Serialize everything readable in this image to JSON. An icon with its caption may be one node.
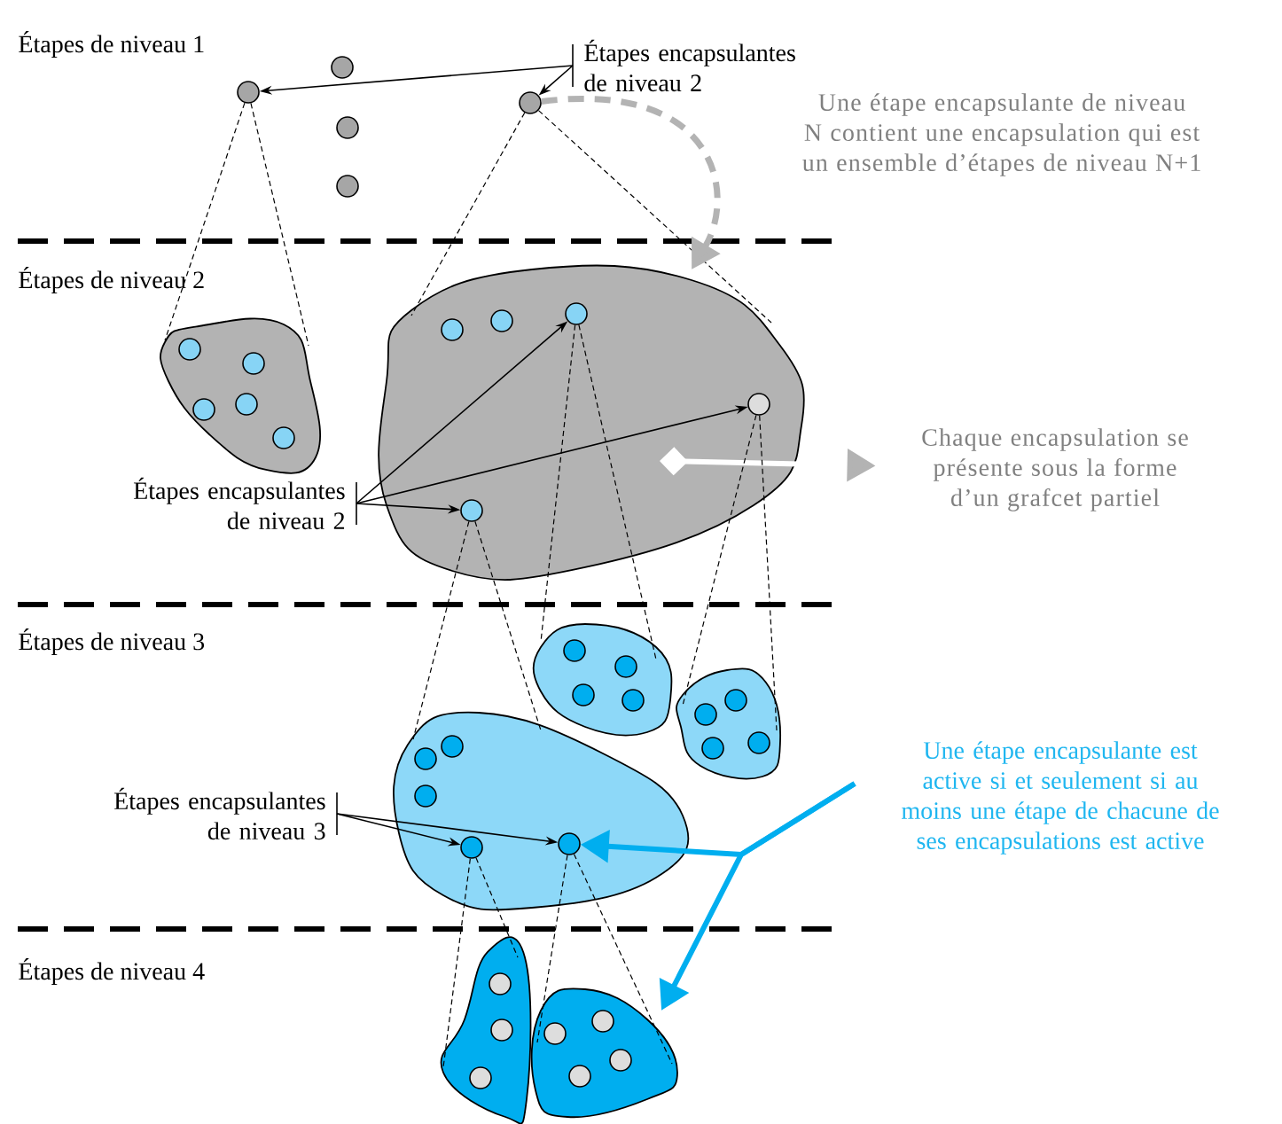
{
  "diagram": {
    "nodes": [
      {
        "text": [
          "Étapes encapsulantes de niveau 2"
        ]
      },
      {
        "text": [],
        "shape": "circle"
      },
      {
        "text": [],
        "shape": "circle"
      },
      {
        "text": [],
        "shape": "circle"
      },
      {
        "text": [],
        "shape": "circle"
      },
      {
        "text": [],
        "shape": "circle"
      },
      {
        "text": [
          "Une étape encapsulante de niveau N contient une encapsulation qui est un ensemble d’étapes de niveau N+1"
        ]
      },
      {
        "text": [],
        "shape": "blob"
      },
      {
        "text": [],
        "shape": "circle",
        "in": 7
      },
      {
        "text": [],
        "shape": "circle",
        "in": 7
      },
      {
        "text": [],
        "shape": "circle",
        "in": 7
      },
      {
        "text": [],
        "shape": "circle",
        "in": 7
      },
      {
        "text": [],
        "shape": "circle",
        "in": 7
      },
      {
        "text": [],
        "shape": "blob"
      },
      {
        "text": [],
        "shape": "circle",
        "in": 13
      },
      {
        "text": [],
        "shape": "circle",
        "in": 13
      },
      {
        "text": [],
        "shape": "circle",
        "in": 13
      },
      {
        "text": [],
        "shape": "circle",
        "in": 13
      },
      {
        "text": [],
        "shape": "circle",
        "in": 13
      },
      {
        "text": [
          "Étapes encapsulantes de niveau 2"
        ]
      },
      {
        "text": [
          "Chaque encapsulation se présente sous la forme d’un grafcet partiel"
        ]
      },
      {
        "text": [],
        "shape": "blob"
      },
      {
        "text": [],
        "shape": "circle",
        "in": 21
      },
      {
        "text": [],
        "shape": "circle",
        "in": 21
      },
      {
        "text": [],
        "shape": "circle",
        "in": 21
      },
      {
        "text": [],
        "shape": "circle",
        "in": 21
      },
      {
        "text": [],
        "shape": "blob"
      },
      {
        "text": [],
        "shape": "circle",
        "in": 26
      },
      {
        "text": [],
        "shape": "circle",
        "in": 26
      },
      {
        "text": [],
        "shape": "circle",
        "in": 26
      },
      {
        "text": [],
        "shape": "circle",
        "in": 26
      },
      {
        "text": [],
        "shape": "blob"
      },
      {
        "text": [],
        "shape": "circle",
        "in": 31
      },
      {
        "text": [],
        "shape": "circle",
        "in": 31
      },
      {
        "text": [],
        "shape": "circle",
        "in": 31
      },
      {
        "text": [],
        "shape": "circle",
        "in": 31
      },
      {
        "text": [],
        "shape": "circle",
        "in": 31
      },
      {
        "text": [
          "Étapes encapsulantes de niveau 3"
        ]
      },
      {
        "text": [
          "Une étape encapsulante est active si et seulement si au moins une étape de chacune de ses encapsulations est active"
        ]
      },
      {
        "text": [],
        "shape": "blob"
      },
      {
        "text": [],
        "shape": "circle",
        "in": 39
      },
      {
        "text": [],
        "shape": "circle",
        "in": 39
      },
      {
        "text": [],
        "shape": "circle",
        "in": 39
      },
      {
        "text": [],
        "shape": "blob"
      },
      {
        "text": [],
        "shape": "circle",
        "in": 43
      },
      {
        "text": [],
        "shape": "circle",
        "in": 43
      },
      {
        "text": [],
        "shape": "circle",
        "in": 43
      },
      {
        "text": [],
        "shape": "circle",
        "in": 43
      }
    ],
    "edges": [
      {
        "from": 0,
        "to": 1,
        "arrow": "to"
      },
      {
        "from": 0,
        "to": 5,
        "arrow": "to"
      },
      {
        "from": 1,
        "to": 7,
        "arrow": "none",
        "style": "dashed"
      },
      {
        "from": 1,
        "to": 7,
        "arrow": "none",
        "style": "dashed"
      },
      {
        "from": 5,
        "to": 13,
        "arrow": "none",
        "style": "dashed"
      },
      {
        "from": 5,
        "to": 13,
        "arrow": "none",
        "style": "dashed"
      },
      {
        "from": 5,
        "to": 13,
        "arrow": "to",
        "style": "dashed",
        "color": "#b3b3b3"
      },
      {
        "from": 19,
        "to": 16,
        "arrow": "to"
      },
      {
        "from": 19,
        "to": 17,
        "arrow": "to"
      },
      {
        "from": 19,
        "to": 18,
        "arrow": "to"
      },
      {
        "from": null,
        "to": 20,
        "arrow": "to",
        "style": "thick",
        "color": "#ffffff"
      },
      {
        "from": 16,
        "to": 21,
        "arrow": "none",
        "style": "dashed"
      },
      {
        "from": 16,
        "to": 21,
        "arrow": "none",
        "style": "dashed"
      },
      {
        "from": 17,
        "to": 26,
        "arrow": "none",
        "style": "dashed"
      },
      {
        "from": 17,
        "to": 26,
        "arrow": "none",
        "style": "dashed"
      },
      {
        "from": 18,
        "to": 31,
        "arrow": "none",
        "style": "dashed"
      },
      {
        "from": 18,
        "to": 31,
        "arrow": "none",
        "style": "dashed"
      },
      {
        "from": 37,
        "to": 35,
        "arrow": "to"
      },
      {
        "from": 37,
        "to": 36,
        "arrow": "to"
      },
      {
        "from": 38,
        "to": 36,
        "arrow": "to",
        "style": "thick",
        "color": "#00aeef"
      },
      {
        "from": 38,
        "to": 43,
        "arrow": "to",
        "style": "thick",
        "color": "#00aeef"
      },
      {
        "from": 35,
        "to": 39,
        "arrow": "none",
        "style": "dashed"
      },
      {
        "from": 35,
        "to": 39,
        "arrow": "none",
        "style": "dashed"
      },
      {
        "from": 36,
        "to": 43,
        "arrow": "none",
        "style": "dashed"
      },
      {
        "from": 36,
        "to": 43,
        "arrow": "none",
        "style": "dashed"
      }
    ],
    "labels": [
      "Étapes de niveau 1",
      "Étapes de niveau 2",
      "Étapes de niveau 3",
      "Étapes de niveau 4"
    ]
  }
}
